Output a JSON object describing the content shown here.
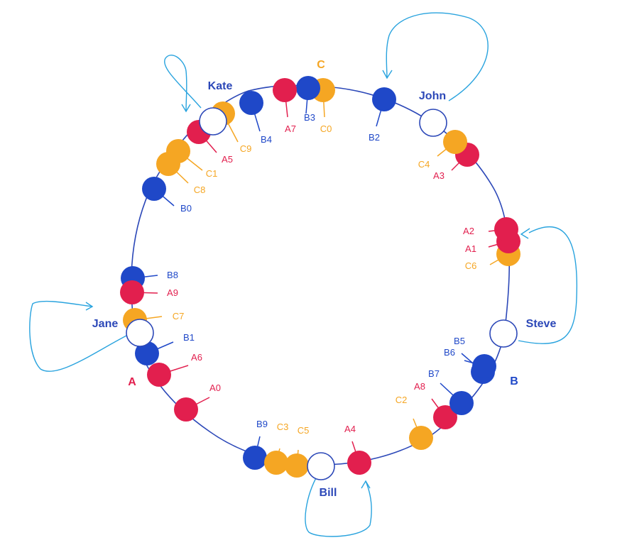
{
  "colors": {
    "ring": "#2c48b8",
    "blue": "#1f48c8",
    "red": "#e21f4e",
    "orange": "#f5a623",
    "node_stroke": "#2c48b8",
    "arrow": "#29a3de"
  },
  "nodes": [
    {
      "id": "kate",
      "name": "Kate"
    },
    {
      "id": "john",
      "name": "John"
    },
    {
      "id": "steve",
      "name": "Steve"
    },
    {
      "id": "bill",
      "name": "Bill"
    },
    {
      "id": "jane",
      "name": "Jane"
    }
  ],
  "group_labels": [
    {
      "id": "a",
      "text": "A",
      "color": "red"
    },
    {
      "id": "b",
      "text": "B",
      "color": "blue"
    },
    {
      "id": "c",
      "text": "C",
      "color": "orange"
    }
  ],
  "keys": [
    {
      "id": "c0",
      "label": "C0",
      "color": "orange"
    },
    {
      "id": "b3",
      "label": "B3",
      "color": "blue"
    },
    {
      "id": "a7",
      "label": "A7",
      "color": "red"
    },
    {
      "id": "b4",
      "label": "B4",
      "color": "blue"
    },
    {
      "id": "c9",
      "label": "C9",
      "color": "orange"
    },
    {
      "id": "a5",
      "label": "A5",
      "color": "red"
    },
    {
      "id": "c1",
      "label": "C1",
      "color": "orange"
    },
    {
      "id": "c8",
      "label": "C8",
      "color": "orange"
    },
    {
      "id": "b0",
      "label": "B0",
      "color": "blue"
    },
    {
      "id": "b8",
      "label": "B8",
      "color": "blue"
    },
    {
      "id": "a9",
      "label": "A9",
      "color": "red"
    },
    {
      "id": "c7",
      "label": "C7",
      "color": "orange"
    },
    {
      "id": "b1",
      "label": "B1",
      "color": "blue"
    },
    {
      "id": "a6",
      "label": "A6",
      "color": "red"
    },
    {
      "id": "a0",
      "label": "A0",
      "color": "red"
    },
    {
      "id": "b9",
      "label": "B9",
      "color": "blue"
    },
    {
      "id": "c3",
      "label": "C3",
      "color": "orange"
    },
    {
      "id": "c5",
      "label": "C5",
      "color": "orange"
    },
    {
      "id": "a4",
      "label": "A4",
      "color": "red"
    },
    {
      "id": "c2",
      "label": "C2",
      "color": "orange"
    },
    {
      "id": "a8",
      "label": "A8",
      "color": "red"
    },
    {
      "id": "b7",
      "label": "B7",
      "color": "blue"
    },
    {
      "id": "b6",
      "label": "B6",
      "color": "blue"
    },
    {
      "id": "b5",
      "label": "B5",
      "color": "blue"
    },
    {
      "id": "c6",
      "label": "C6",
      "color": "orange"
    },
    {
      "id": "a1",
      "label": "A1",
      "color": "red"
    },
    {
      "id": "a2",
      "label": "A2",
      "color": "red"
    },
    {
      "id": "a3",
      "label": "A3",
      "color": "red"
    },
    {
      "id": "c4",
      "label": "C4",
      "color": "orange"
    },
    {
      "id": "b2",
      "label": "B2",
      "color": "blue"
    }
  ]
}
